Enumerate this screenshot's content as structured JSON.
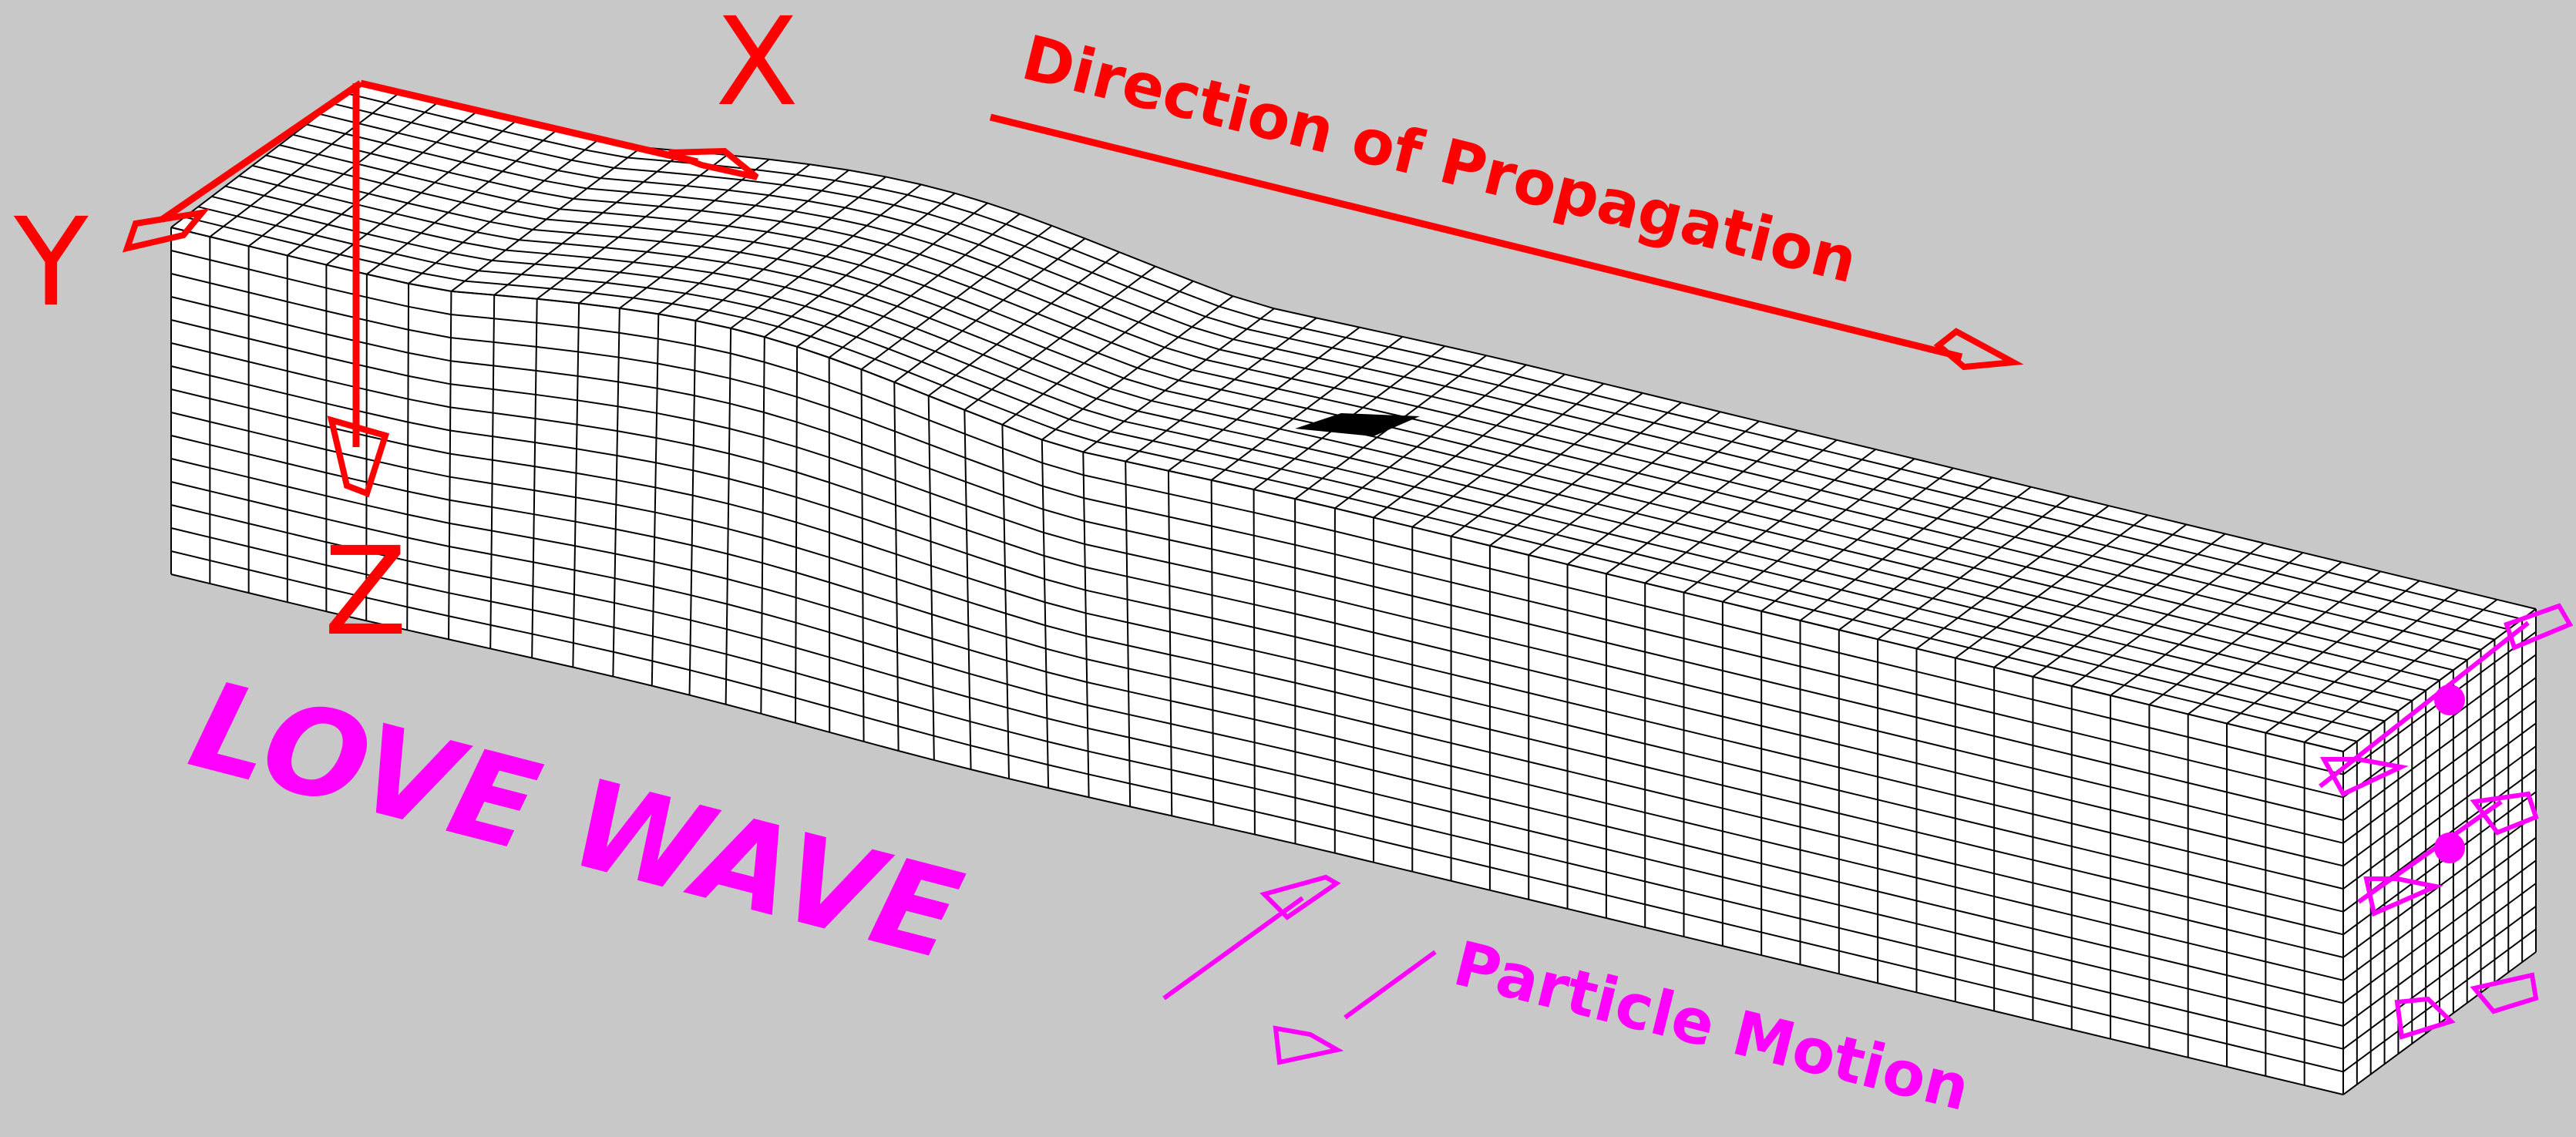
{
  "diagram": {
    "axis_x_label": "X",
    "axis_y_label": "Y",
    "axis_z_label": "Z",
    "propagation_label": "Direction of Propagation",
    "title": "LOVE WAVE",
    "particle_motion_label": "Particle Motion"
  },
  "colors": {
    "background": "#c8c8c8",
    "axes": "#ff0000",
    "annotation": "#ff00ff",
    "mesh_fill": "#ffffff",
    "mesh_lines": "#000000",
    "marker": "#000000"
  }
}
